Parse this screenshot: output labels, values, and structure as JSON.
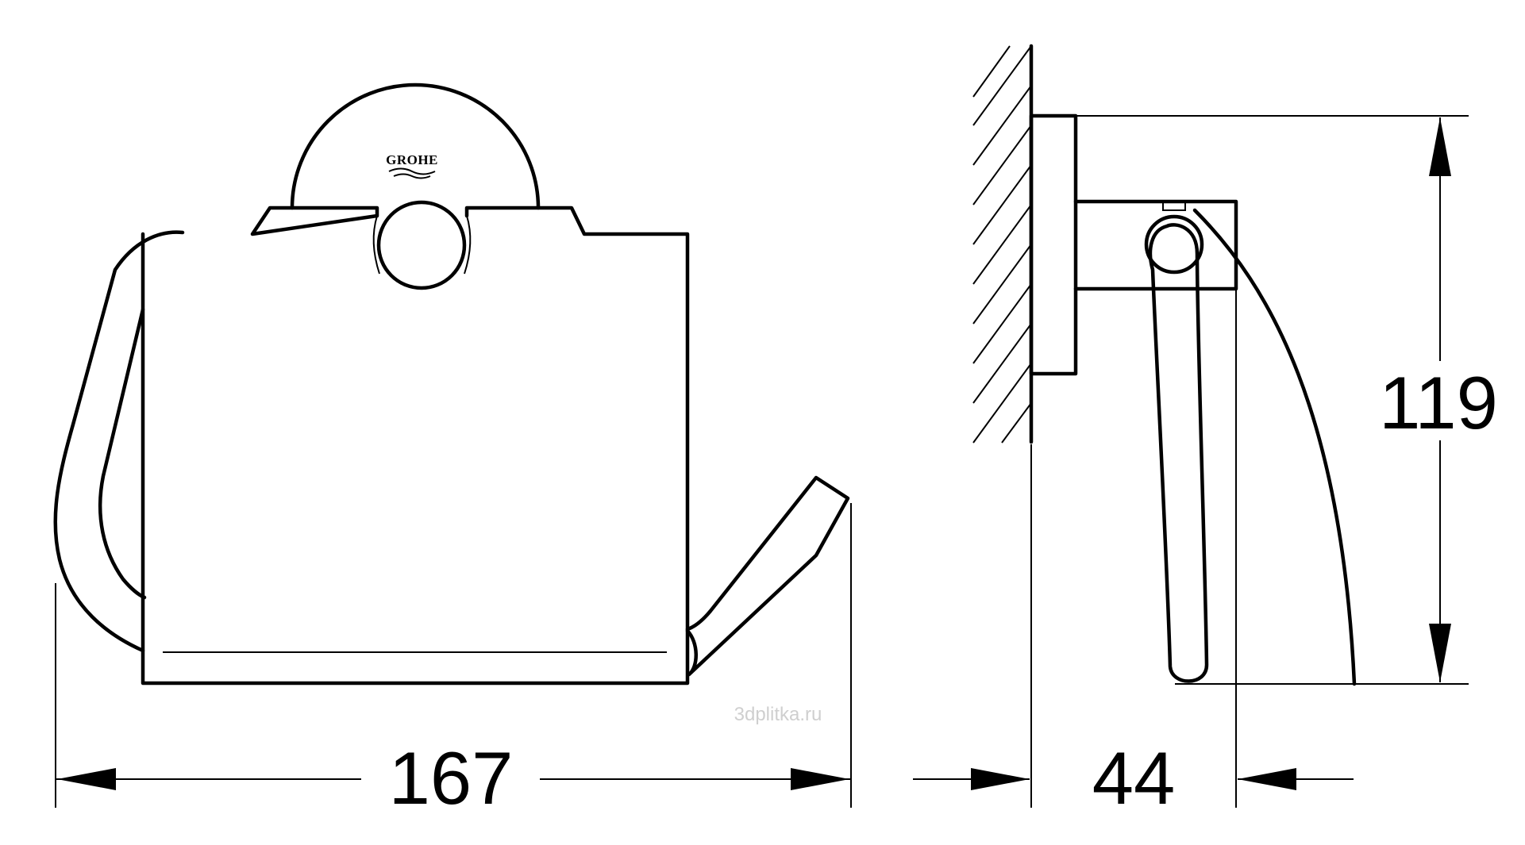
{
  "dimensions": {
    "width": "167",
    "depth": "44",
    "height": "119"
  },
  "logo": {
    "text": "GROHE"
  },
  "watermark": {
    "text": "3dplitka.ru"
  },
  "colors": {
    "line": "#000000",
    "background": "#ffffff",
    "watermark": "#cfcfcf"
  }
}
